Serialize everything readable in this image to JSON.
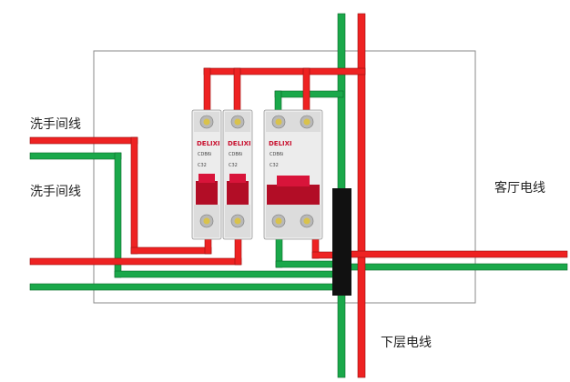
{
  "labels": {
    "left_top": "洗手间线",
    "left_bottom": "洗手间线",
    "right": "客厅电线",
    "bottom": "下层电线"
  },
  "breakers": [
    {
      "brand": "DELIXI",
      "model": "CDB6i",
      "rating": "C32",
      "poles": 1
    },
    {
      "brand": "DELIXI",
      "model": "CDB6i",
      "rating": "C32",
      "poles": 1
    },
    {
      "brand": "DELIXI",
      "model": "CDB6i",
      "rating": "C32",
      "poles": 2
    }
  ],
  "colors": {
    "live_wire": "#ee2222",
    "neutral_wire": "#1aa84a",
    "junction_bar": "#111111",
    "breaker_body": "#e9e9e9",
    "breaker_handle": "#c8102e"
  }
}
